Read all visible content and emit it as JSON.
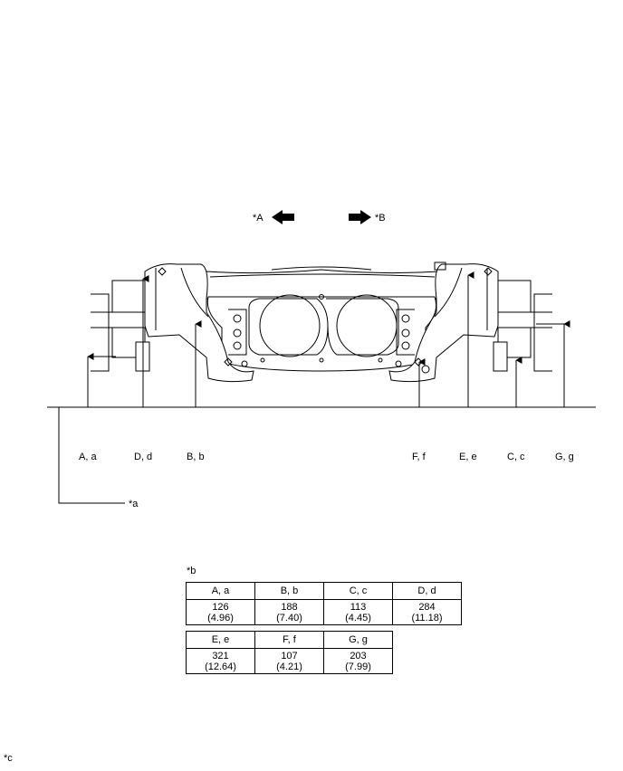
{
  "callouts": {
    "front": "*A",
    "rear": "*B",
    "reference_line": "*a",
    "table_label": "*b",
    "note": "*c"
  },
  "points": {
    "a": "A, a",
    "d": "D, d",
    "b": "B, b",
    "f": "F, f",
    "e": "E, e",
    "c": "C, c",
    "g": "G, g"
  },
  "table": {
    "row1": [
      {
        "point": "A, a",
        "mm": "126",
        "in": "(4.96)"
      },
      {
        "point": "B, b",
        "mm": "188",
        "in": "(7.40)"
      },
      {
        "point": "C, c",
        "mm": "113",
        "in": "(4.45)"
      },
      {
        "point": "D, d",
        "mm": "284",
        "in": "(11.18)"
      }
    ],
    "row2": [
      {
        "point": "E, e",
        "mm": "321",
        "in": "(12.64)"
      },
      {
        "point": "F, f",
        "mm": "107",
        "in": "(4.21)"
      },
      {
        "point": "G, g",
        "mm": "203",
        "in": "(7.99)"
      }
    ]
  }
}
